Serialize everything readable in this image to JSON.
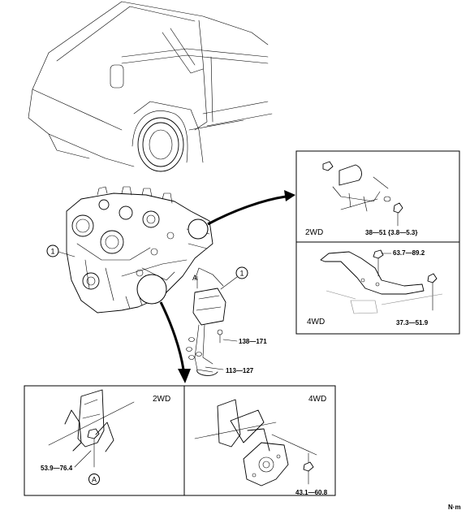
{
  "callouts": {
    "part_number": "1",
    "reference_mark": "A"
  },
  "panels": {
    "top_right": {
      "label": "2WD",
      "torque": "38—51 {3.8—5.3}"
    },
    "mid_right": {
      "label": "4WD",
      "torque_upper": "63.7—89.2",
      "torque_lower": "37.3—51.9"
    },
    "bottom_left": {
      "label": "2WD",
      "torque": "53.9—76.4"
    },
    "bottom_right": {
      "label": "4WD",
      "torque": "43.1—60.8"
    }
  },
  "main": {
    "torque_bolt": "138—171",
    "torque_nut": "113—127"
  },
  "unit": "N·m"
}
